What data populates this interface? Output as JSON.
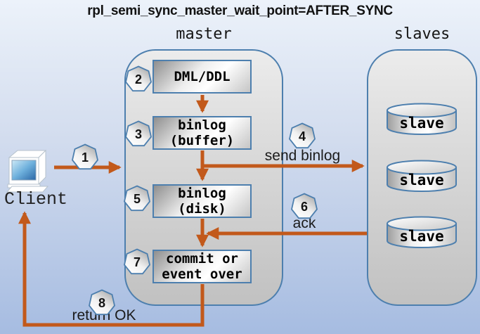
{
  "title": "rpl_semi_sync_master_wait_point=AFTER_SYNC",
  "colors": {
    "arrow": "#c2591b",
    "shape_border": "#4d7fae",
    "background_top": "#ecf2fa",
    "background_bottom": "#a6bce1"
  },
  "groups": {
    "master_label": "master",
    "slaves_label": "slaves"
  },
  "client": {
    "label": "Client",
    "icon": "computer-monitor-icon"
  },
  "badges": [
    "1",
    "2",
    "3",
    "4",
    "5",
    "6",
    "7",
    "8"
  ],
  "master_boxes": [
    {
      "line1": "DML/DDL",
      "line2": ""
    },
    {
      "line1": "binlog",
      "line2": "(buffer)"
    },
    {
      "line1": "binlog",
      "line2": "(disk)"
    },
    {
      "line1": "commit or",
      "line2": "event over"
    }
  ],
  "slaves": [
    "slave",
    "slave",
    "slave"
  ],
  "edge_labels": {
    "send_binlog": "send binlog",
    "ack": "ack",
    "return_ok": "return OK"
  }
}
